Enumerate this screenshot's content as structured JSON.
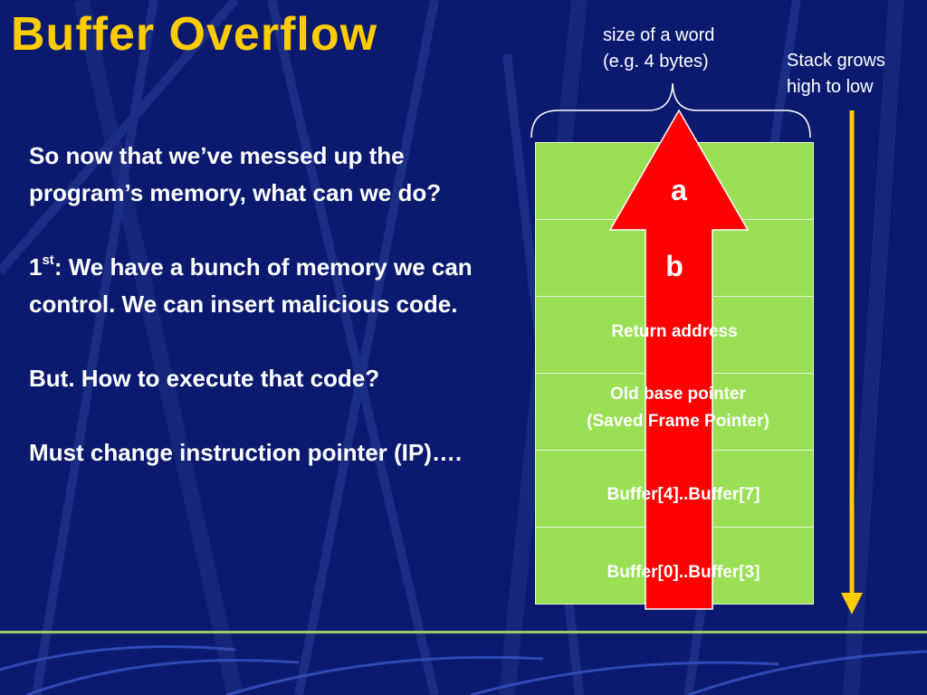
{
  "slide": {
    "title": "Buffer Overflow",
    "paragraphs": {
      "p1": "So now that we’ve messed up the program’s memory, what can we do?",
      "p2_number": "1",
      "p2_superscript": "st",
      "p2_rest": ": We have a bunch of memory we can control. We can insert malicious code.",
      "p3": "But. How to execute that code?",
      "p4": "Must change instruction pointer (IP)…."
    }
  },
  "diagram": {
    "word_size_line1": "size of a word",
    "word_size_line2": "(e.g. 4 bytes)",
    "stack_note_line1": "Stack grows",
    "stack_note_line2": "high to low",
    "cells": {
      "a": "a",
      "b": "b",
      "return_address": "Return address",
      "old_base_line1": "Old base pointer",
      "old_base_line2": "(Saved Frame Pointer)",
      "buffer_high": "Buffer[4]..Buffer[7]",
      "buffer_low": "Buffer[0]..Buffer[3]"
    },
    "colors": {
      "background": "#0b1a6e",
      "title": "#ffcc00",
      "cell_fill": "#99e055",
      "overflow_arrow": "#ff0000",
      "stack_arrow": "#ffcc00"
    }
  }
}
